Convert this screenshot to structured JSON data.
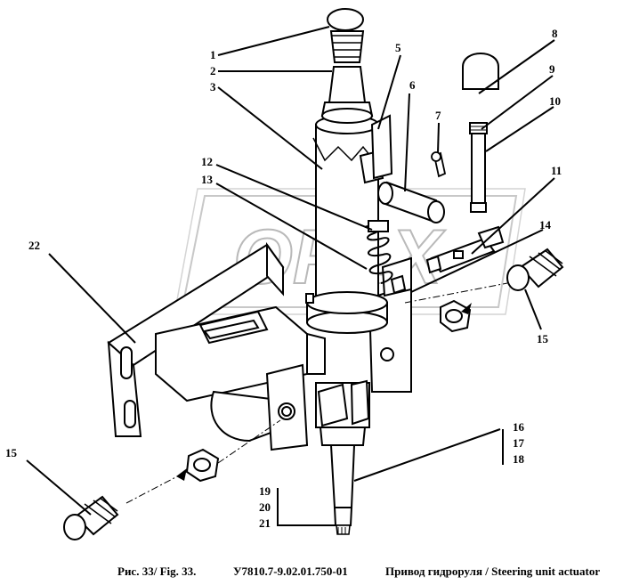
{
  "watermark": {
    "text": "OPLX"
  },
  "labels": {
    "l1": "1",
    "l2": "2",
    "l3": "3",
    "l5": "5",
    "l6": "6",
    "l7": "7",
    "l8": "8",
    "l9": "9",
    "l10": "10",
    "l11": "11",
    "l12": "12",
    "l13": "13",
    "l14": "14",
    "l15a": "15",
    "l15b": "15",
    "l16": "16",
    "l17": "17",
    "l18": "18",
    "l19": "19",
    "l20": "20",
    "l21": "21",
    "l22": "22"
  },
  "caption": {
    "fig": "Рис. 33/ Fig. 33.",
    "code": "У7810.7-9.02.01.750-01",
    "title": "Привод гидроруля / Steering unit actuator"
  }
}
